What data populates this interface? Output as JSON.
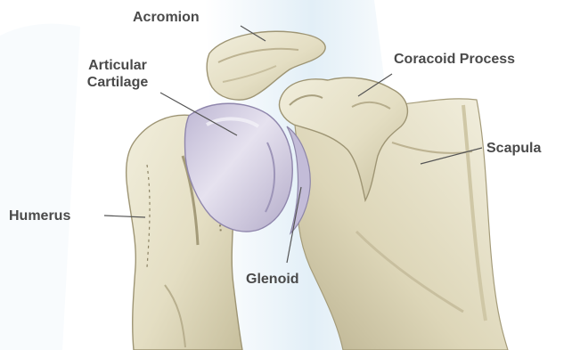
{
  "diagram": {
    "labels": {
      "acromion": "Acromion",
      "articular_cartilage_line1": "Articular",
      "articular_cartilage_line2": "Cartilage",
      "coracoid_process": "Coracoid Process",
      "scapula": "Scapula",
      "humerus": "Humerus",
      "glenoid": "Glenoid"
    },
    "colors": {
      "bone": "#e9e4cd",
      "bone_shade": "#c9c2a2",
      "bone_dark": "#8f876a",
      "cartilage": "#cfc9de",
      "cartilage_shade": "#a79fc0",
      "background_band": "#e6f1f8",
      "label_text": "#4a4a4a",
      "leader_line": "#555555"
    }
  }
}
